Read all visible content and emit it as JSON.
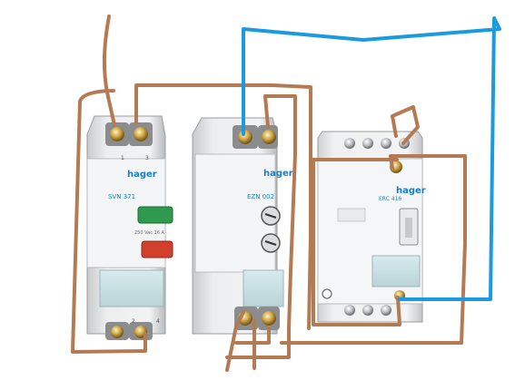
{
  "devices": {
    "pushbutton": {
      "brand": "hager",
      "model": "SVN 371",
      "rating": "250 Vac 16 A",
      "terminal_top_left": "1",
      "terminal_top_right": "3",
      "terminal_bottom_left": "2",
      "terminal_bottom_right": "4"
    },
    "timer": {
      "brand": "hager",
      "model": "EZN 002"
    },
    "contactor": {
      "brand": "hager",
      "model": "ERC 416"
    }
  },
  "wire_colors": {
    "brown": "#b47a54",
    "blue": "#1a9be0"
  }
}
